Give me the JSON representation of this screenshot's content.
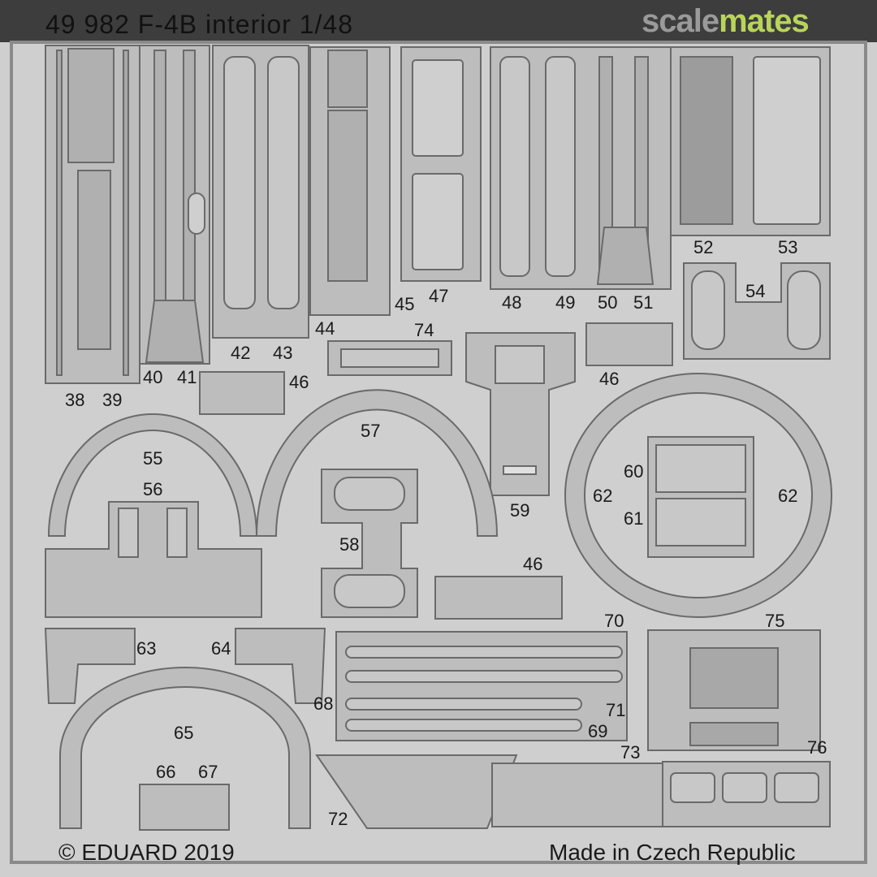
{
  "header": {
    "title": "49 982  F-4B interior    1/48",
    "brand_left": "scale",
    "brand_right": "mates"
  },
  "part_labels": [
    "38",
    "39",
    "40",
    "41",
    "42",
    "43",
    "44",
    "45",
    "47",
    "48",
    "49",
    "50",
    "51",
    "52",
    "53",
    "54",
    "74",
    "46",
    "46",
    "46",
    "57",
    "55",
    "56",
    "58",
    "59",
    "60",
    "61",
    "62",
    "62",
    "63",
    "64",
    "65",
    "66",
    "67",
    "68",
    "69",
    "70",
    "71",
    "72",
    "73",
    "75",
    "76"
  ],
  "footer": {
    "copyright": "© EDUARD 2019",
    "origin": "Made in Czech Republic"
  },
  "colors": {
    "fret_fill": "#bdbdbd",
    "fret_edge": "#6a6a6a",
    "background": "#cfcfcf",
    "header_bar": "#3d3d3d",
    "brand_accent": "#b8d45a"
  }
}
